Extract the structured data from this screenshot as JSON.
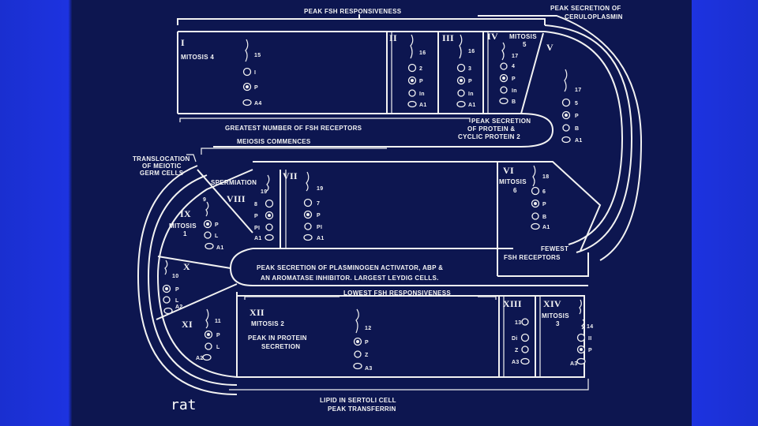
{
  "labels": {
    "peak_fsh": "PEAK FSH RESPONSIVENESS",
    "peak_cerulo_1": "PEAK SECRETION OF",
    "peak_cerulo_2": "CERULOPLASMIN",
    "greatest_fsh": "GREATEST NUMBER OF FSH RECEPTORS",
    "meiosis_commences": "MEIOSIS COMMENCES",
    "peak_protein_1": "PEAK SECRETION",
    "peak_protein_2": "OF PROTEIN &",
    "peak_protein_3": "CYCLIC PROTEIN 2",
    "translocation_1": "TRANSLOCATION",
    "translocation_2": "OF MEIOTIC",
    "translocation_3": "GERM CELLS",
    "spermiation": "SPERMIATION",
    "plasminogen_1": "PEAK SECRETION OF PLASMINOGEN ACTIVATOR, ABP &",
    "plasminogen_2": "AN AROMATASE INHIBITOR. LARGEST LEYDIG CELLS.",
    "lowest_fsh": "LOWEST FSH RESPONSIVENESS",
    "fewest_1": "FEWEST",
    "fewest_2": "FSH RECEPTORS",
    "lipid": "LIPID IN SERTOLI CELL",
    "transferrin": "PEAK TRANSFERRIN",
    "rat": "rat"
  },
  "stages": {
    "I": {
      "num": "I",
      "note": "MITOSIS 4",
      "cells": [
        "15",
        "I",
        "P",
        "A4"
      ]
    },
    "II": {
      "num": "II",
      "cells": [
        "16",
        "2",
        "P",
        "In",
        "A1"
      ]
    },
    "III": {
      "num": "III",
      "cells": [
        "16",
        "3",
        "P",
        "In",
        "A1"
      ]
    },
    "IV": {
      "num": "IV",
      "note1": "MITOSIS",
      "note2": "5",
      "cells": [
        "17",
        "4",
        "P",
        "In",
        "B"
      ]
    },
    "V": {
      "num": "V",
      "cells": [
        "17",
        "5",
        "P",
        "B",
        "A1"
      ]
    },
    "VI": {
      "num": "VI",
      "note": "MITOSIS",
      "note2": "6",
      "cells": [
        "18",
        "6",
        "P",
        "B",
        "A1"
      ]
    },
    "VII": {
      "num": "VII",
      "cells": [
        "19",
        "7",
        "P",
        "PI",
        "A1"
      ]
    },
    "VIII": {
      "num": "VIII",
      "cells": [
        "19",
        "8",
        "P",
        "PI",
        "A1"
      ]
    },
    "IX": {
      "num": "IX",
      "note1": "MITOSIS",
      "note2": "1",
      "cells": [
        "9",
        "P",
        "L",
        "A1"
      ]
    },
    "X": {
      "num": "X",
      "cells": [
        "10",
        "P",
        "L",
        "A2"
      ]
    },
    "XI": {
      "num": "XI",
      "cells": [
        "11",
        "P",
        "L",
        "A2"
      ]
    },
    "XII": {
      "num": "XII",
      "note1": "MITOSIS 2",
      "note2": "PEAK IN PROTEIN",
      "note3": "SECRETION",
      "cells": [
        "12",
        "P",
        "Z",
        "A3"
      ]
    },
    "XIII": {
      "num": "XIII",
      "cells": [
        "13",
        "Di",
        "Z",
        "A3"
      ]
    },
    "XIV": {
      "num": "XIV",
      "note1": "MITOSIS",
      "note2": "3",
      "cells": [
        "14",
        "II",
        "P",
        "A3"
      ]
    }
  }
}
